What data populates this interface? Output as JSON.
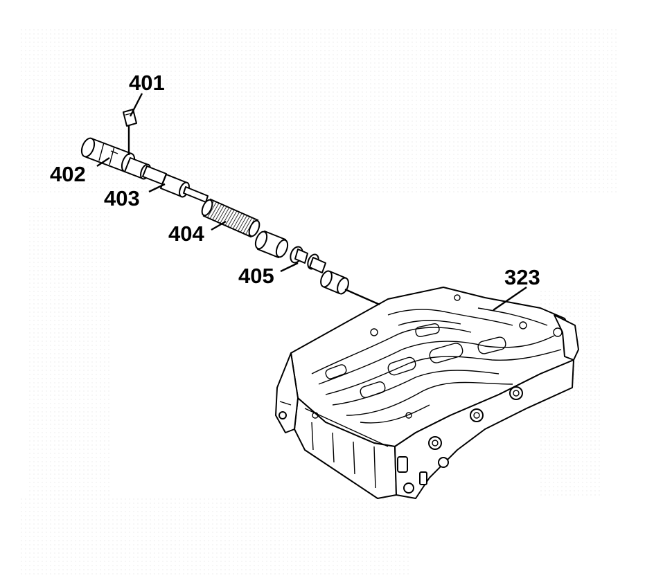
{
  "callouts": {
    "p401": "401",
    "p402": "402",
    "p403": "403",
    "p404": "404",
    "p405": "405",
    "p323": "323"
  },
  "colors": {
    "background": "#ffffff",
    "ink": "#000000",
    "shade": "#d9d9d9"
  }
}
